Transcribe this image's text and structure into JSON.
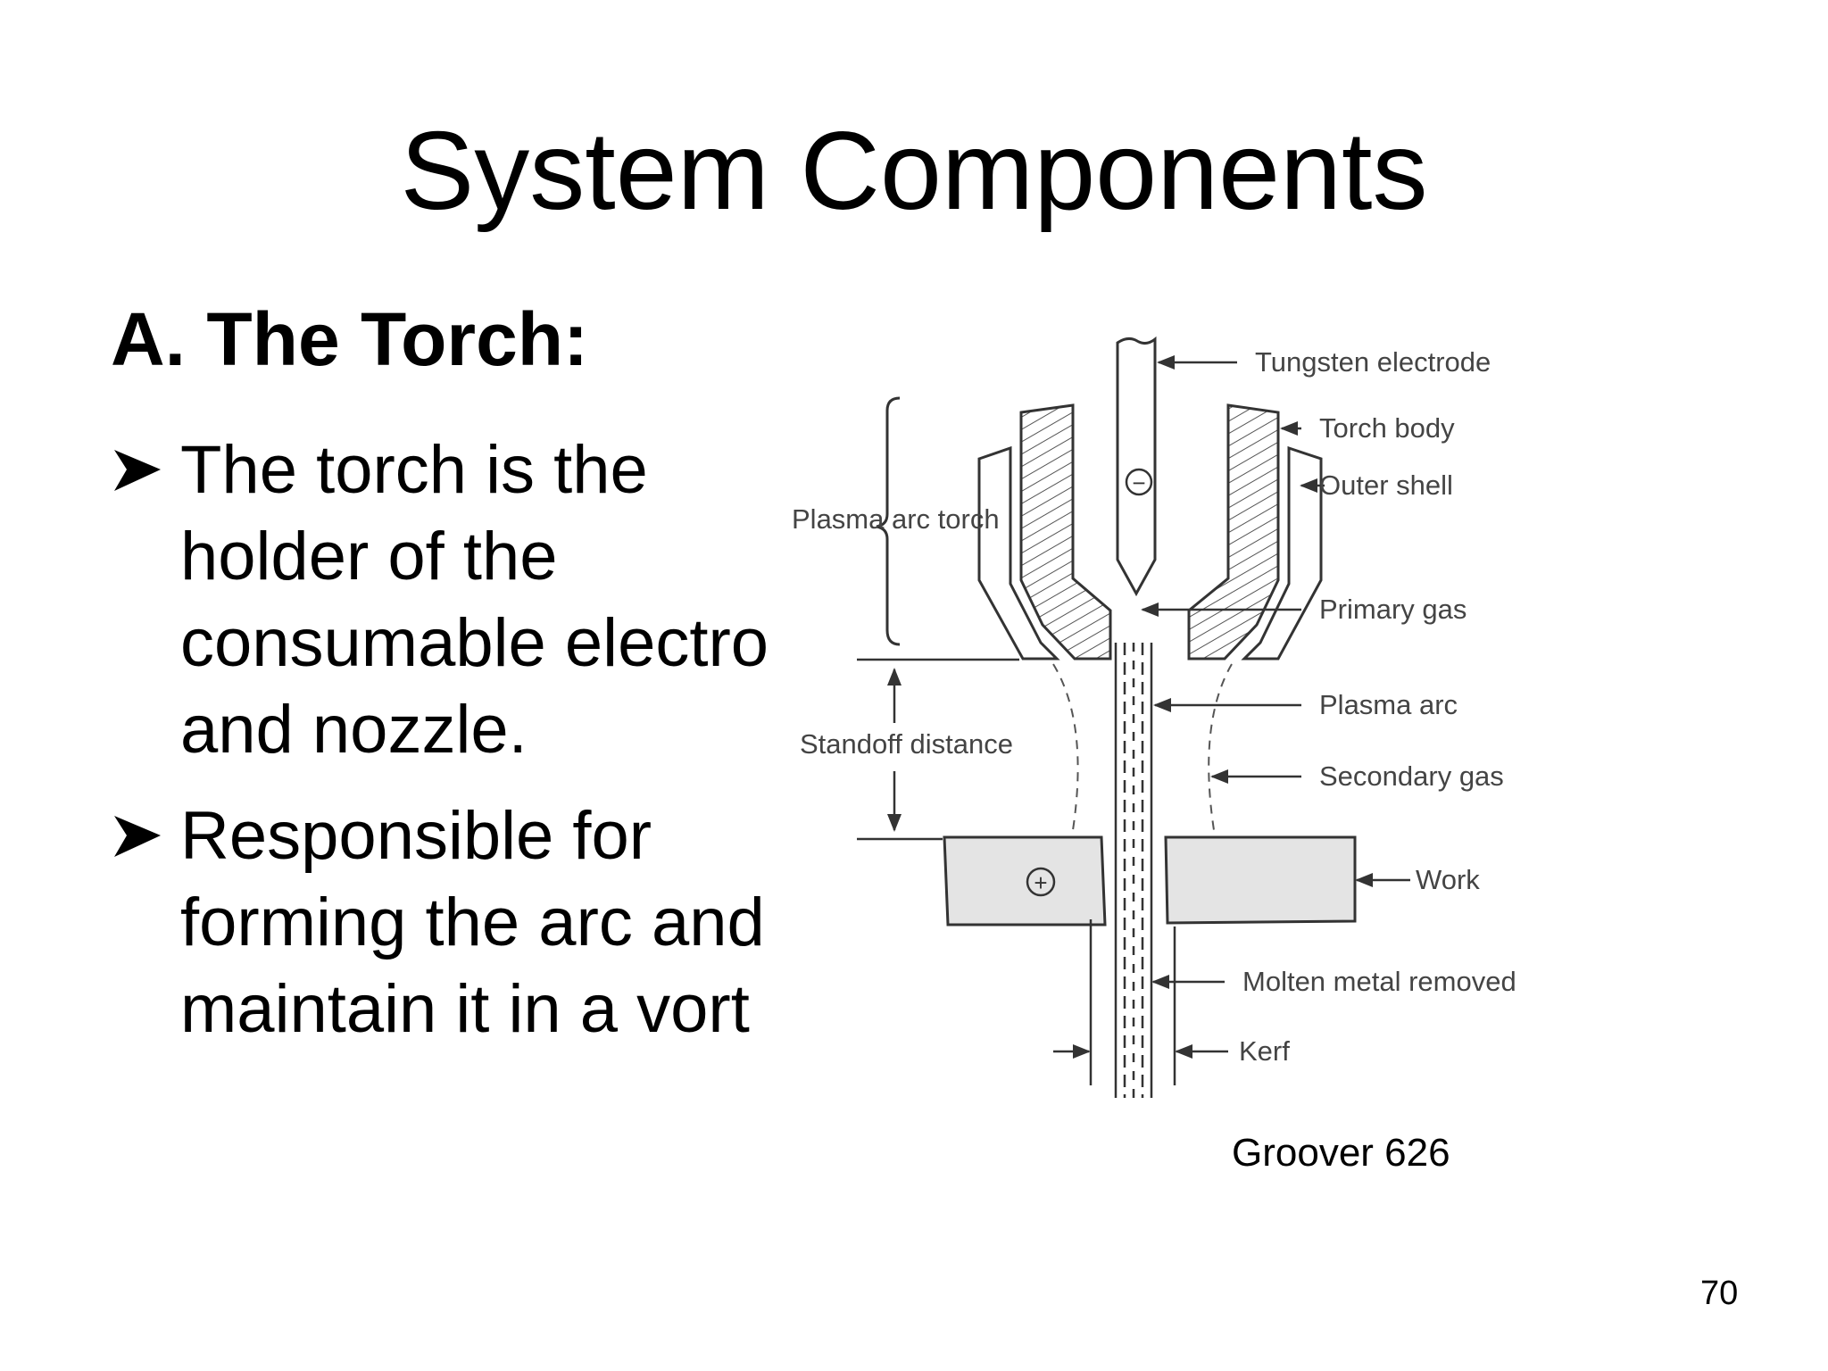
{
  "slide": {
    "title": "System Components",
    "section": "A. The Torch:",
    "bullets": [
      {
        "lines": [
          "The torch is the",
          "holder of the",
          "consumable electro",
          "and nozzle."
        ]
      },
      {
        "lines": [
          "Responsible for",
          "forming the arc and",
          "maintain it in a vort"
        ]
      }
    ],
    "caption": "Groover 626",
    "page_number": "70"
  },
  "diagram": {
    "labels": {
      "tungsten_electrode": "Tungsten electrode",
      "torch_body": "Torch body",
      "outer_shell": "Outer shell",
      "plasma_arc_torch": "Plasma arc torch",
      "primary_gas": "Primary gas",
      "plasma_arc": "Plasma arc",
      "standoff_distance": "Standoff distance",
      "secondary_gas": "Secondary gas",
      "work": "Work",
      "molten_metal_removed": "Molten metal removed",
      "kerf": "Kerf"
    },
    "symbols": {
      "electrode_polarity": "−",
      "work_polarity": "+"
    },
    "colors": {
      "line": "#333333",
      "work_fill": "#e4e4e4",
      "label": "#444444"
    }
  }
}
